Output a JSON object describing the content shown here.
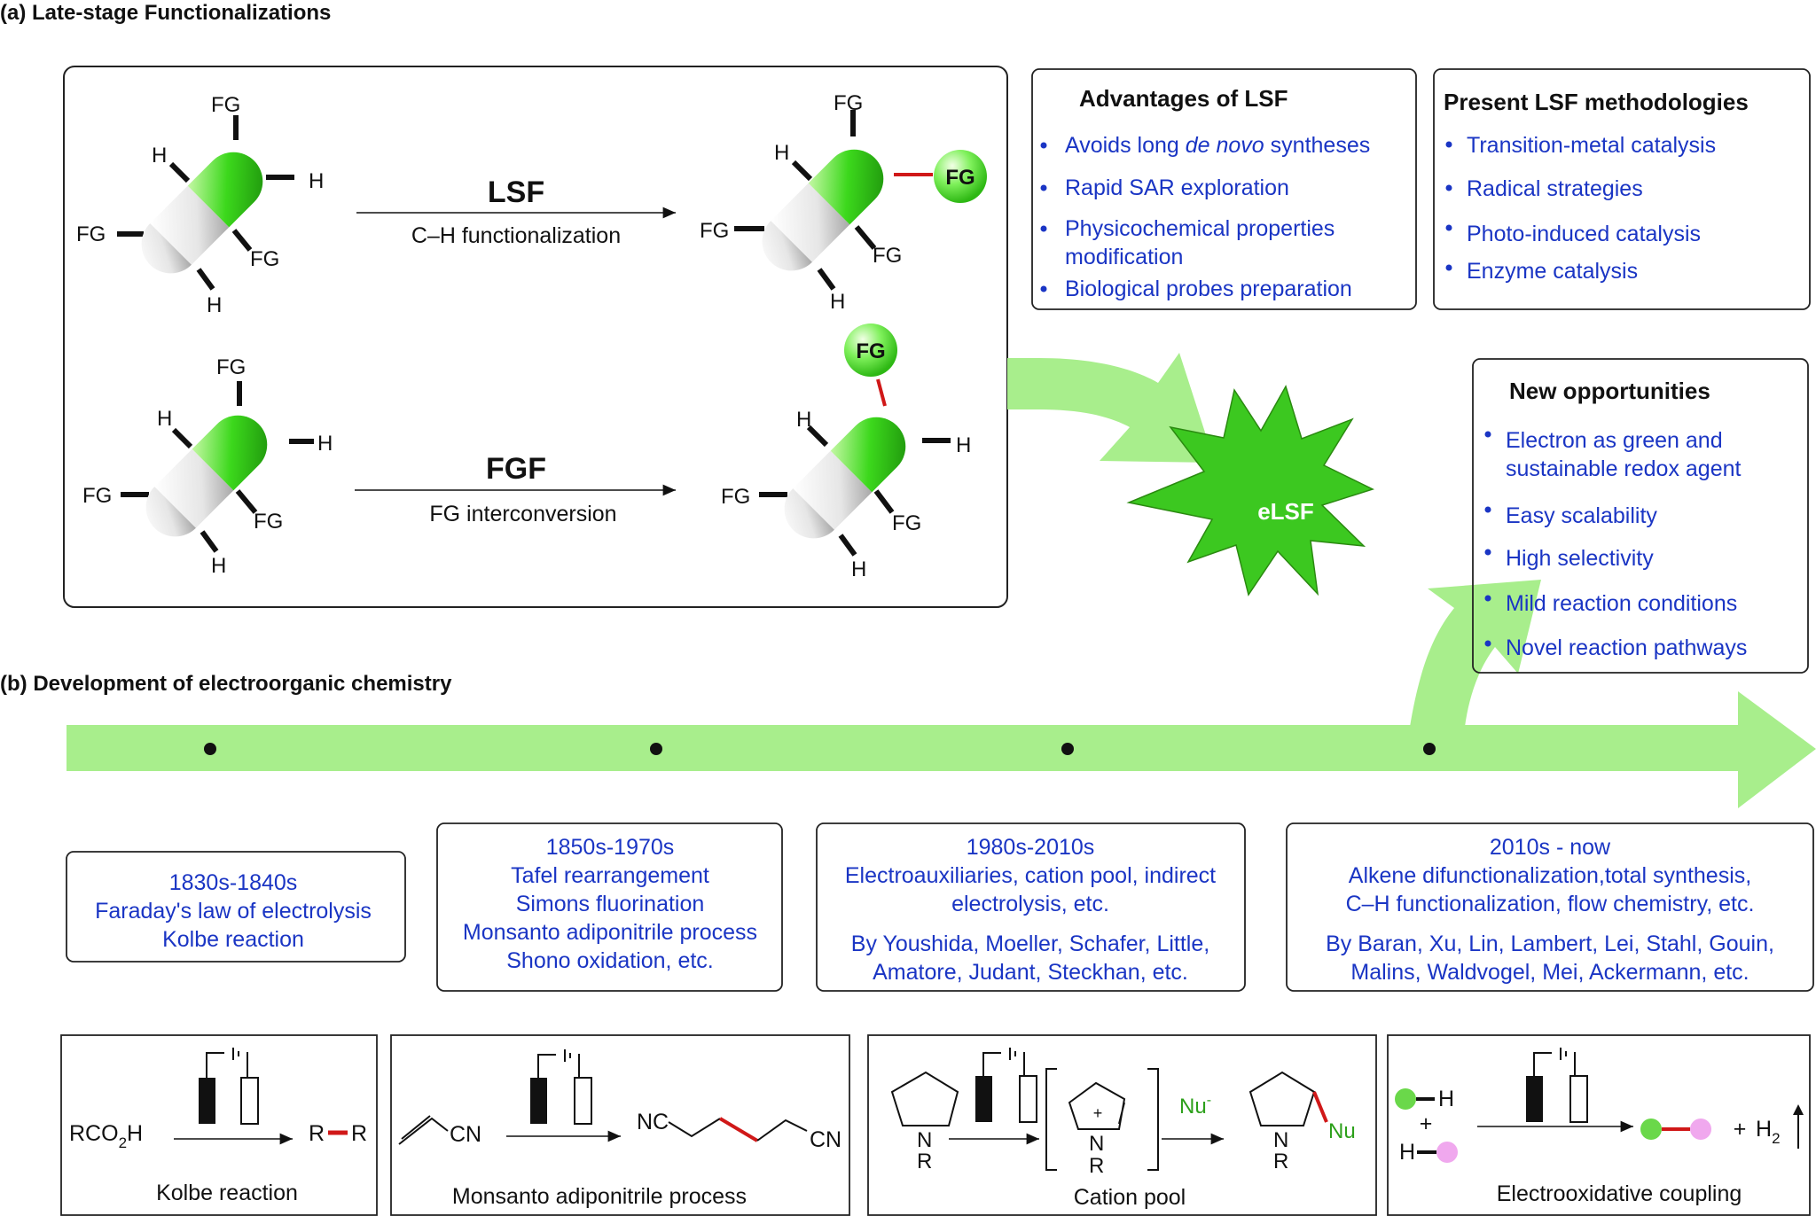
{
  "section_a": {
    "title": "(a) Late-stage Functionalizations",
    "scheme": {
      "lsf_label": "LSF",
      "lsf_sub": "C–H functionalization",
      "fgf_label": "FGF",
      "fgf_sub": "FG interconversion",
      "fg": "FG",
      "h": "H"
    },
    "advantages": {
      "title": "Advantages of LSF",
      "items": [
        {
          "pre": "Avoids long ",
          "em": "de novo",
          "post": " syntheses"
        },
        {
          "pre": "Rapid SAR exploration",
          "em": "",
          "post": ""
        },
        {
          "pre": "Physicochemical properties",
          "em": "",
          "post": ""
        },
        {
          "pre": "modification",
          "em": "",
          "post": ""
        },
        {
          "pre": "Biological probes preparation",
          "em": "",
          "post": ""
        }
      ]
    },
    "methodologies": {
      "title": "Present LSF methodologies",
      "items": [
        "Transition-metal catalysis",
        "Radical strategies",
        "Photo-induced catalysis",
        "Enzyme catalysis"
      ]
    },
    "center": "eLSF",
    "opportunities": {
      "title": "New opportunities",
      "items": [
        "Electron as green and",
        "sustainable redox agent",
        "Easy scalability",
        "High selectivity",
        "Mild reaction conditions",
        "Novel reaction pathways"
      ]
    }
  },
  "section_b": {
    "title": "(b) Development of electroorganic chemistry",
    "eras": [
      {
        "lines": [
          "1830s-1840s",
          "Faraday's law of electrolysis",
          "Kolbe reaction"
        ]
      },
      {
        "lines": [
          "1850s-1970s",
          "Tafel rearrangement",
          "Simons fluorination",
          "Monsanto adiponitrile process",
          "Shono oxidation, etc."
        ]
      },
      {
        "lines": [
          "1980s-2010s",
          "Electroauxiliaries, cation pool, indirect",
          "electrolysis, etc.",
          "By Youshida, Moeller, Schafer, Little,",
          "Amatore, Judant, Steckhan, etc."
        ]
      },
      {
        "lines": [
          "2010s - now",
          "Alkene difunctionalization,total synthesis,",
          "C–H functionalization, flow chemistry, etc.",
          "By Baran, Xu, Lin, Lambert, Lei, Stahl, Gouin,",
          "Malins, Waldvogel, Mei, Ackermann, etc."
        ]
      }
    ],
    "reactions": [
      {
        "caption": "Kolbe reaction",
        "reactant": "RCO",
        "reactant_sub": "2",
        "reactant_end": "H",
        "product_left": "R",
        "product_right": "R"
      },
      {
        "caption": "Monsanto adiponitrile process",
        "cn": "CN",
        "nc": "NC"
      },
      {
        "caption": "Cation pool",
        "r": "R",
        "n": "N",
        "plus": "+",
        "nu": "Nu",
        "nu_sup": "-"
      },
      {
        "caption": "Electrooxidative  coupling",
        "h": "H",
        "plus": "+",
        "h2": "H",
        "h2_sub": "2"
      }
    ]
  },
  "colors": {
    "green": "#3cc820",
    "light_green": "#a8ee8c",
    "blue_text": "#1a35c4",
    "red_bond": "#d01818",
    "pink": "#f0a8ee"
  }
}
